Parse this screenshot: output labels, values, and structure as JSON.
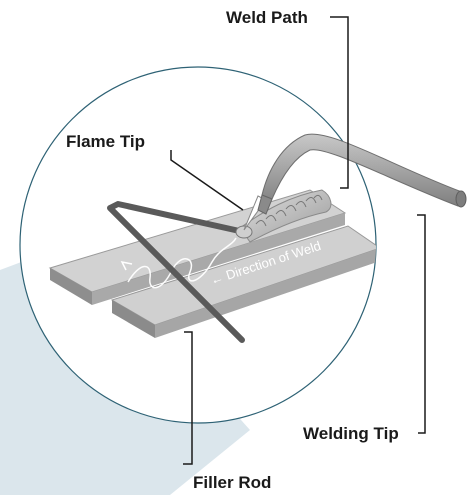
{
  "labels": {
    "weld_path": "Weld Path",
    "flame_tip": "Flame Tip",
    "welding_tip": "Welding Tip",
    "filler_rod": "Filler Rod",
    "direction": "← Direction of Weld"
  },
  "colors": {
    "beam": "#dbe6ec",
    "circle_fill": "#ffffff",
    "circle_stroke": "#2e6275",
    "plate_top": "#cfcfcf",
    "plate_side": "#a8a8a8",
    "plate_edge": "#8e8e8e",
    "rod": "#5c5c5c",
    "torch": "#9c9c9c",
    "leader": "#1a1a1a"
  }
}
